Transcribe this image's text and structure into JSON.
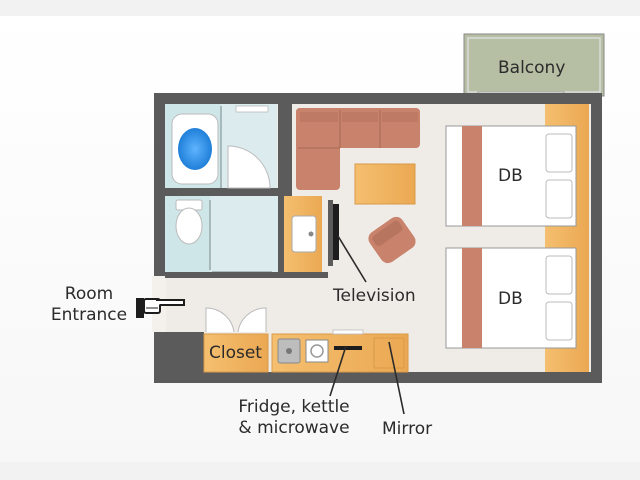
{
  "labels": {
    "balcony": "Balcony",
    "bed_1": "DB",
    "bed_2": "DB",
    "television": "Television",
    "room_entrance_line1": "Room",
    "room_entrance_line2": "Entrance",
    "closet": "Closet",
    "fridge_line1": "Fridge, kettle",
    "fridge_line2": "& microwave",
    "mirror": "Mirror"
  },
  "colors": {
    "wall": "#5b5b5b",
    "floor": "#efebe6",
    "wood": "#f2b561",
    "sofa": "#c9826b",
    "bath_floor": "#cfe6e8",
    "balcony": "#b6bea3",
    "bed_linen": "#ffffff",
    "bed_runner": "#c9826b",
    "water": "#2f8fe0"
  },
  "icons": {
    "entrance_pointer": "pointing-hand-icon"
  }
}
